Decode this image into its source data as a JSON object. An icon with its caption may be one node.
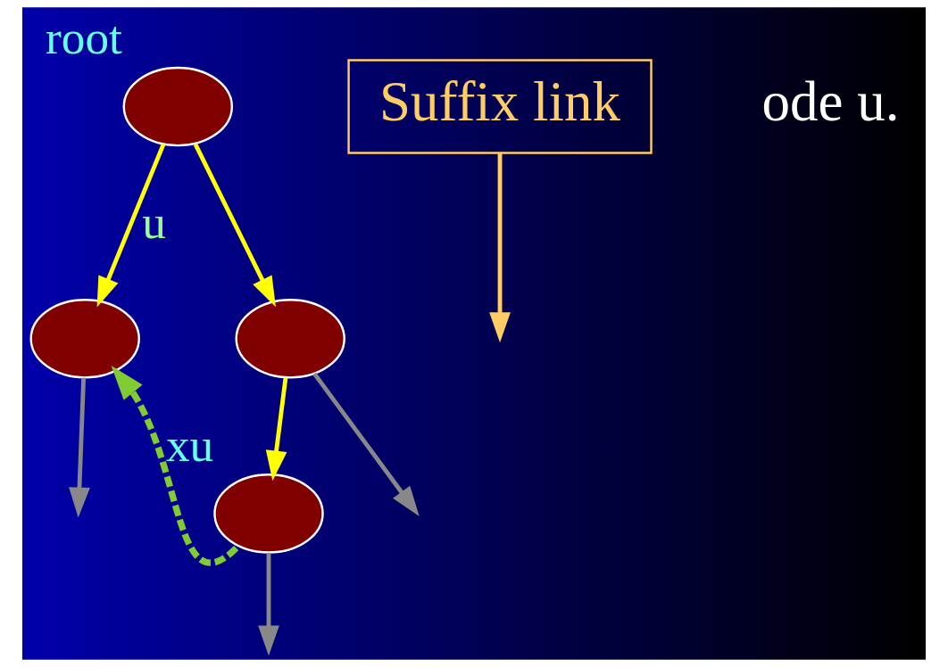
{
  "diagram": {
    "nodes": [
      {
        "text": [],
        "shape": "circle",
        "beside": [
          "root"
        ]
      },
      {
        "text": [],
        "shape": "circle"
      },
      {
        "text": [],
        "shape": "circle"
      },
      {
        "text": [],
        "shape": "circle",
        "beside": [
          "xu"
        ]
      },
      {
        "text": [
          "Suffix link"
        ]
      }
    ],
    "edges": [
      {
        "from": 0,
        "to": 1,
        "arrow": "to",
        "label": "u",
        "color": "#ffff00"
      },
      {
        "from": 0,
        "to": 2,
        "arrow": "to",
        "color": "#ffff00"
      },
      {
        "from": 2,
        "to": 3,
        "arrow": "to",
        "color": "#ffff00"
      },
      {
        "from": 3,
        "to": 1,
        "arrow": "to",
        "style": "dashed",
        "color": "#7fcc33"
      },
      {
        "from": 4,
        "to": null,
        "arrow": "to",
        "color": "#ffcc66"
      },
      {
        "from": 1,
        "to": null,
        "arrow": "to",
        "color": "#888888"
      },
      {
        "from": 2,
        "to": null,
        "arrow": "to",
        "color": "#888888"
      },
      {
        "from": 3,
        "to": null,
        "arrow": "to",
        "color": "#888888"
      }
    ],
    "labels": [
      "ode u."
    ]
  }
}
